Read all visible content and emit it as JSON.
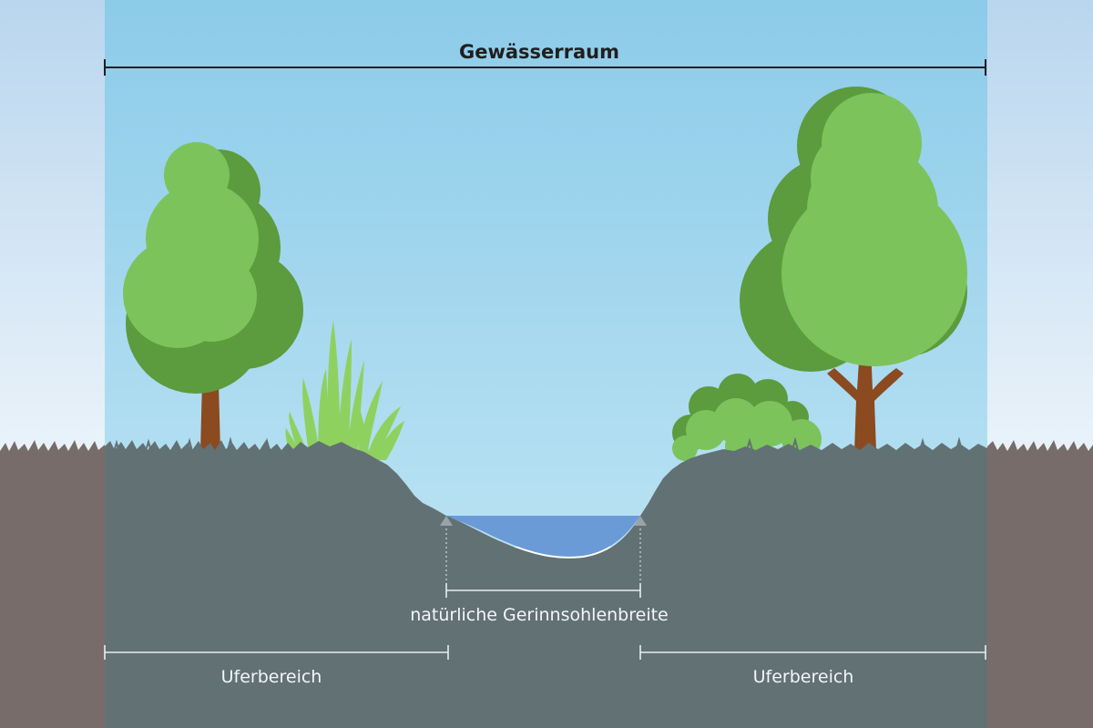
{
  "diagram": {
    "title": "Gewässerraum",
    "channel_label": "natürliche Gerinnsohlenbreite",
    "bank_left_label": "Uferbereich",
    "bank_right_label": "Uferbereich"
  },
  "colors": {
    "sky_top": "#8ccbe9",
    "sky_bottom": "#b9e2f3",
    "side_sky_top": "#b9d6ee",
    "side_sky_bottom": "#eaf3fa",
    "soil": "#627173",
    "side_soil": "#786c6a",
    "water": "#6b9bd6",
    "tree_light": "#7cc35b",
    "tree_dark": "#5c9b3e",
    "trunk": "#8b4a20",
    "grass": "#8fd15f",
    "dimension_line": "#1f1f1f",
    "measure_line": "#e6eef2",
    "marker": "#9aa3a6"
  },
  "icons": {
    "tree": "tree-icon",
    "bush": "bush-icon",
    "grass": "grass-tuft-icon"
  }
}
